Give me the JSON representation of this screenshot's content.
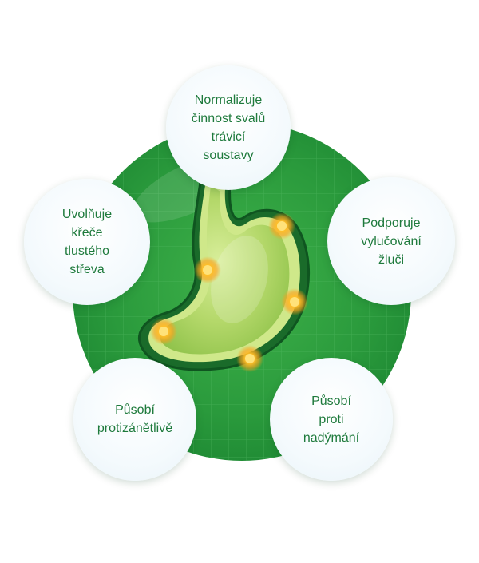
{
  "labels": {
    "top": "Normalizuje\nčinnost svalů\ntrávicí\nsoustavy",
    "right": "Podporuje\nvylučování\nžluči",
    "bottom_right": "Působí\nproti\nnadýmání",
    "bottom_left": "Působí\nprotizánětlivě",
    "left": "Uvolňuje\nkřeče\ntlustého\nstřeva"
  },
  "colors": {
    "background_green": "#2a9a3c",
    "stomach_green": "#a8cf5a",
    "label_text": "#1e7a3c",
    "hotspot": "#ffb41e"
  }
}
